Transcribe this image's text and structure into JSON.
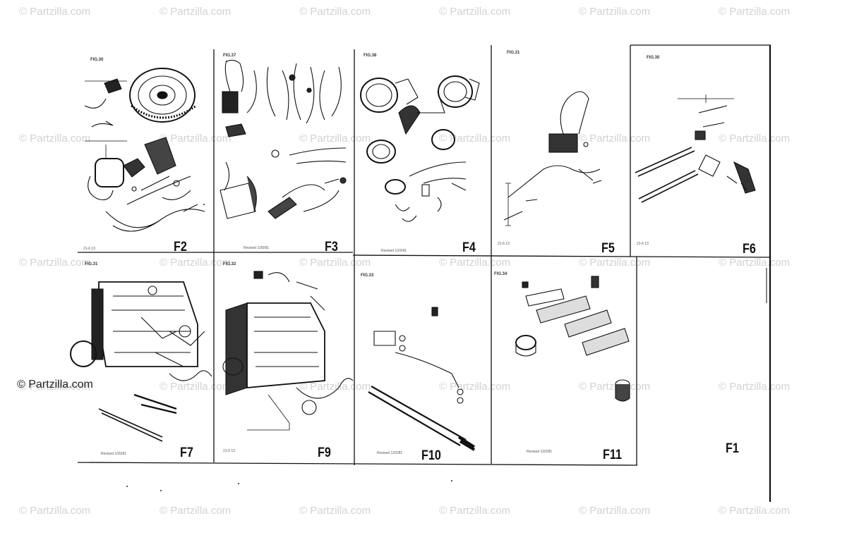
{
  "watermark": {
    "text": "© Partzilla.com",
    "color": "#d2d2d2"
  },
  "panels": [
    {
      "id": "F2",
      "label": "F2",
      "fig": "FIG.30",
      "footer": "21-6 13"
    },
    {
      "id": "F3",
      "label": "F3",
      "fig": "FIG.37",
      "footer": "Revised 1/20/81"
    },
    {
      "id": "F4",
      "label": "F4",
      "fig": "FIG.38",
      "footer": "Revised 12/2/81"
    },
    {
      "id": "F5",
      "label": "F5",
      "fig": "FIG.31",
      "footer": "21-6 13"
    },
    {
      "id": "F6",
      "label": "F6",
      "fig": "FIG.30",
      "footer": "21-6 13"
    },
    {
      "id": "F7",
      "label": "F7",
      "fig": "FIG.31",
      "footer": "Revised 1/20/81"
    },
    {
      "id": "F9",
      "label": "F9",
      "fig": "FIG.32",
      "footer": "21-6 13"
    },
    {
      "id": "F10",
      "label": "F10",
      "fig": "FIG.33",
      "footer": "Revised 12/2/81"
    },
    {
      "id": "F11",
      "label": "F11",
      "fig": "FIG.34",
      "footer": "Revised 12/2/81"
    },
    {
      "id": "F1",
      "label": "F1",
      "fig": "",
      "footer": ""
    }
  ],
  "line_color": "#111111"
}
